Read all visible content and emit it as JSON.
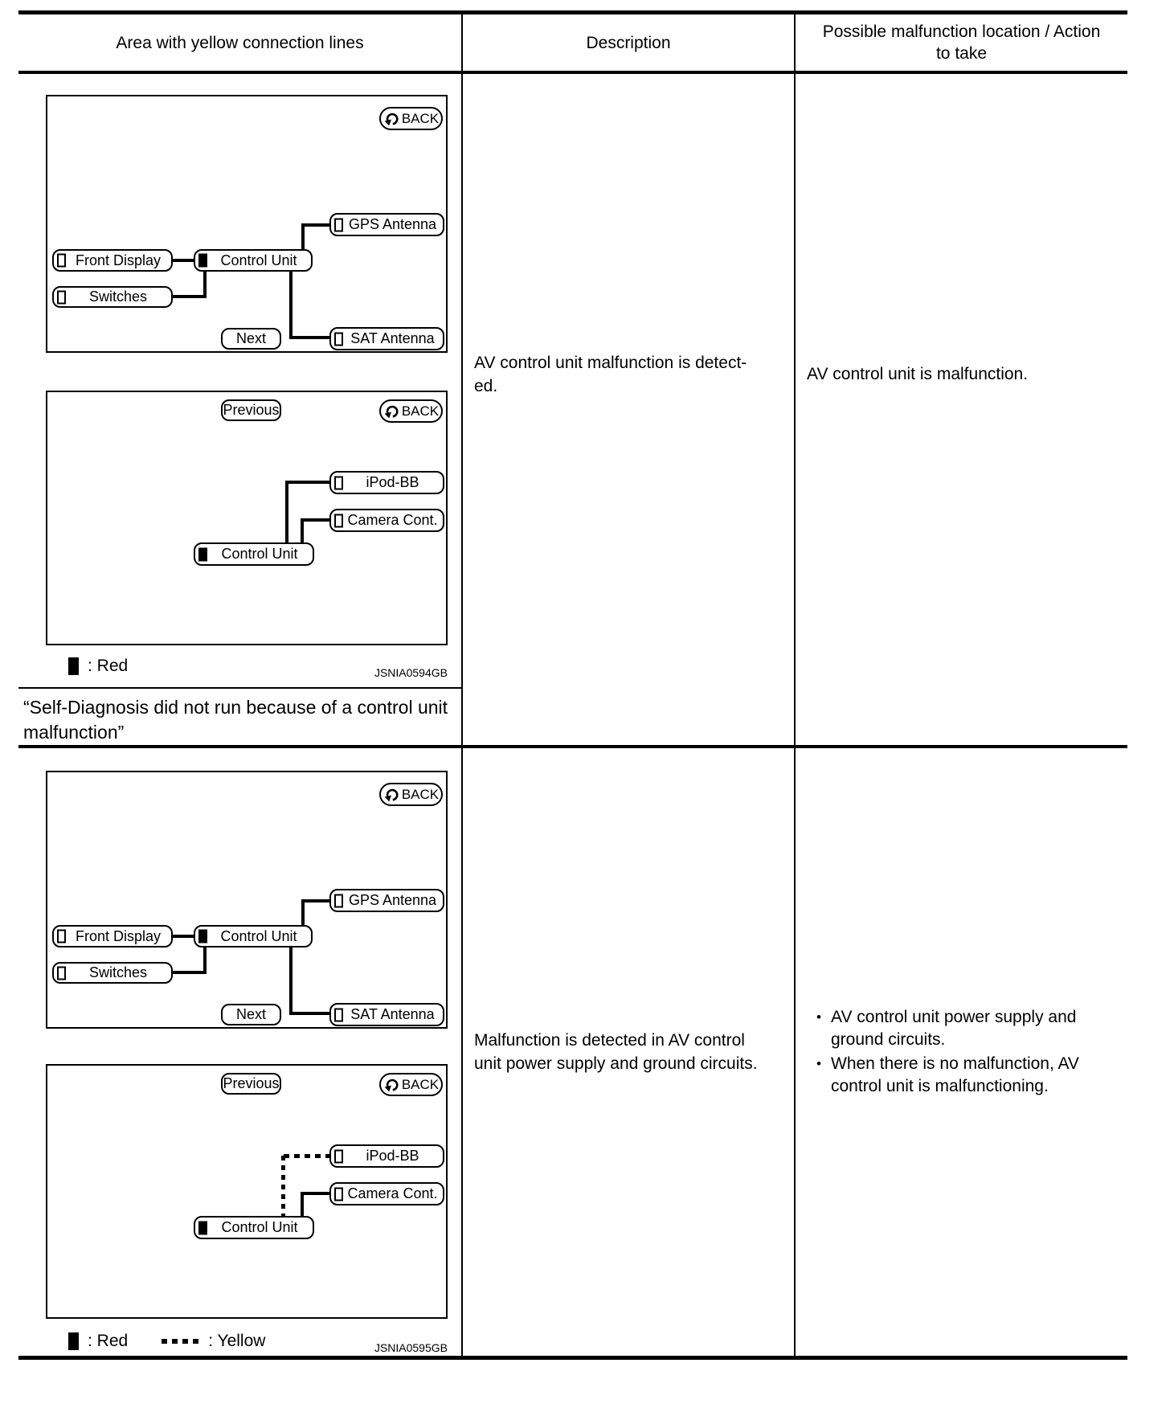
{
  "header": {
    "col_area": "Area with yellow connection lines",
    "col_description": "Description",
    "col_action": "Possible malfunction location / Action to take"
  },
  "diagram": {
    "back": "BACK",
    "next": "Next",
    "previous": "Previous",
    "front_display": "Front Display",
    "switches": "Switches",
    "control_unit": "Control Unit",
    "gps_antenna": "GPS Antenna",
    "sat_antenna": "SAT Antenna",
    "ipod_bb": "iPod-BB",
    "camera_cont": "Camera Cont."
  },
  "legend": {
    "red_label": ": Red",
    "yellow_label": ": Yellow"
  },
  "rows": [
    {
      "figure_code": "JSNIA0594GB",
      "caption": "“Self-Diagnosis did not run because of a control unit\nmalfunction”",
      "description": "AV control unit malfunction is detect-\ned.",
      "action_text": "AV control unit is malfunction."
    },
    {
      "figure_code": "JSNIA0595GB",
      "description": "Malfunction is detected in AV control\nunit power supply and ground circuits.",
      "bullet_char": "•",
      "action_items": [
        "AV control unit power supply and ground circuits.",
        "When there is no malfunction, AV control unit is malfunctioning."
      ]
    }
  ]
}
